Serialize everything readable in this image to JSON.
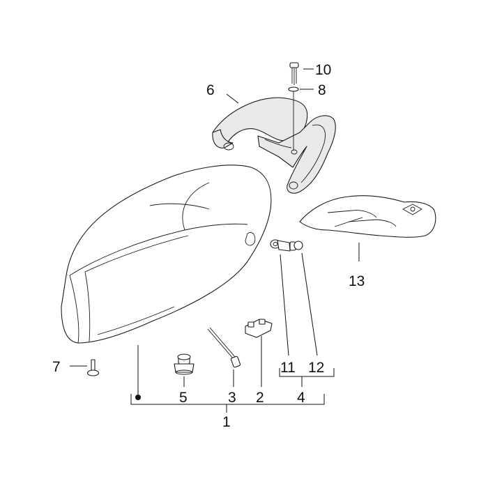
{
  "callouts": {
    "c1": "1",
    "c2": "2",
    "c3": "3",
    "c4": "4",
    "c5": "5",
    "c6": "6",
    "c7": "7",
    "c8": "8",
    "c10": "10",
    "c11": "11",
    "c12": "12",
    "c13": "13"
  },
  "colors": {
    "line": "#1a1a1a",
    "background": "#ffffff"
  }
}
